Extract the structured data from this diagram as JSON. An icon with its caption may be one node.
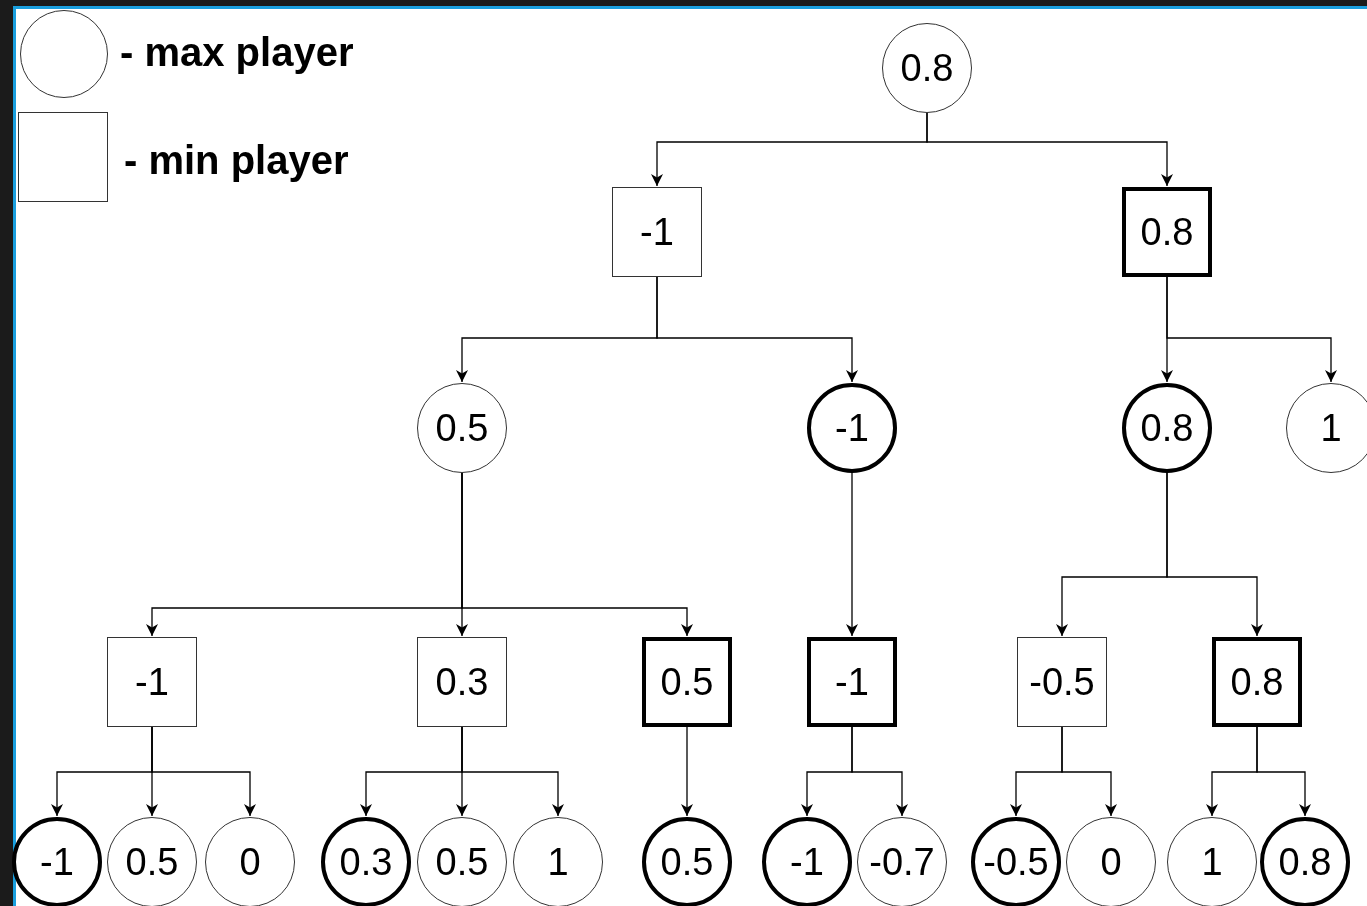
{
  "diagram": {
    "nodes": [
      {
        "text": [
          "0.8"
        ]
      },
      {
        "text": [
          "-1"
        ]
      },
      {
        "text": [
          "0.8"
        ]
      },
      {
        "text": [
          "0.5"
        ]
      },
      {
        "text": [
          "-1"
        ]
      },
      {
        "text": [
          "0.8"
        ]
      },
      {
        "text": [
          "1"
        ]
      },
      {
        "text": [
          "-1"
        ]
      },
      {
        "text": [
          "0.3"
        ]
      },
      {
        "text": [
          "0.5"
        ]
      },
      {
        "text": [
          "-1"
        ]
      },
      {
        "text": [
          "-0.5"
        ]
      },
      {
        "text": [
          "0.8"
        ]
      },
      {
        "text": [
          "-1"
        ]
      },
      {
        "text": [
          "0.5"
        ]
      },
      {
        "text": [
          "0"
        ]
      },
      {
        "text": [
          "0.3"
        ]
      },
      {
        "text": [
          "0.5"
        ]
      },
      {
        "text": [
          "1"
        ]
      },
      {
        "text": [
          "0.5"
        ]
      },
      {
        "text": [
          "-1"
        ]
      },
      {
        "text": [
          "-0.7"
        ]
      },
      {
        "text": [
          "-0.5"
        ]
      },
      {
        "text": [
          "0"
        ]
      },
      {
        "text": [
          "1"
        ]
      },
      {
        "text": [
          "0.8"
        ]
      }
    ],
    "edges": [
      {
        "from": 0,
        "to": 1,
        "arrow": "to"
      },
      {
        "from": 0,
        "to": 2,
        "arrow": "to"
      },
      {
        "from": 1,
        "to": 3,
        "arrow": "to"
      },
      {
        "from": 1,
        "to": 4,
        "arrow": "to"
      },
      {
        "from": 2,
        "to": 5,
        "arrow": "to"
      },
      {
        "from": 2,
        "to": 6,
        "arrow": "to"
      },
      {
        "from": 3,
        "to": 7,
        "arrow": "to"
      },
      {
        "from": 3,
        "to": 8,
        "arrow": "to"
      },
      {
        "from": 3,
        "to": 9,
        "arrow": "to"
      },
      {
        "from": 4,
        "to": 10,
        "arrow": "to"
      },
      {
        "from": 5,
        "to": 11,
        "arrow": "to"
      },
      {
        "from": 5,
        "to": 12,
        "arrow": "to"
      },
      {
        "from": 7,
        "to": 13,
        "arrow": "to"
      },
      {
        "from": 7,
        "to": 14,
        "arrow": "to"
      },
      {
        "from": 7,
        "to": 15,
        "arrow": "to"
      },
      {
        "from": 8,
        "to": 16,
        "arrow": "to"
      },
      {
        "from": 8,
        "to": 17,
        "arrow": "to"
      },
      {
        "from": 8,
        "to": 18,
        "arrow": "to"
      },
      {
        "from": 9,
        "to": 19,
        "arrow": "to"
      },
      {
        "from": 10,
        "to": 20,
        "arrow": "to"
      },
      {
        "from": 10,
        "to": 21,
        "arrow": "to"
      },
      {
        "from": 11,
        "to": 22,
        "arrow": "to"
      },
      {
        "from": 11,
        "to": 23,
        "arrow": "to"
      },
      {
        "from": 12,
        "to": 24,
        "arrow": "to"
      },
      {
        "from": 12,
        "to": 25,
        "arrow": "to"
      }
    ],
    "legend": [
      {
        "text": "- max player"
      },
      {
        "text": "- min player"
      }
    ]
  }
}
